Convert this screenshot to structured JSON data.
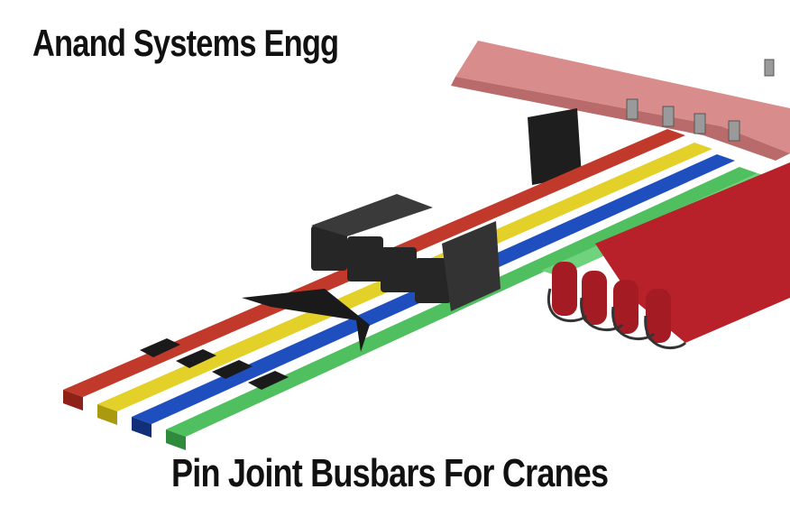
{
  "header": {
    "company": "Anand Systems Engg"
  },
  "caption": {
    "product": "Pin Joint Busbars For Cranes"
  },
  "illustration": {
    "subject": "busbar-assembly",
    "bar_colors": {
      "red": "#c0392b",
      "yellow": "#e3d12a",
      "blue": "#1f4fbf",
      "green": "#4fbf5f"
    },
    "bracket_color": "#d98c8c",
    "collector_color": "#b8202a",
    "clip_color": "#1a1a1a"
  }
}
